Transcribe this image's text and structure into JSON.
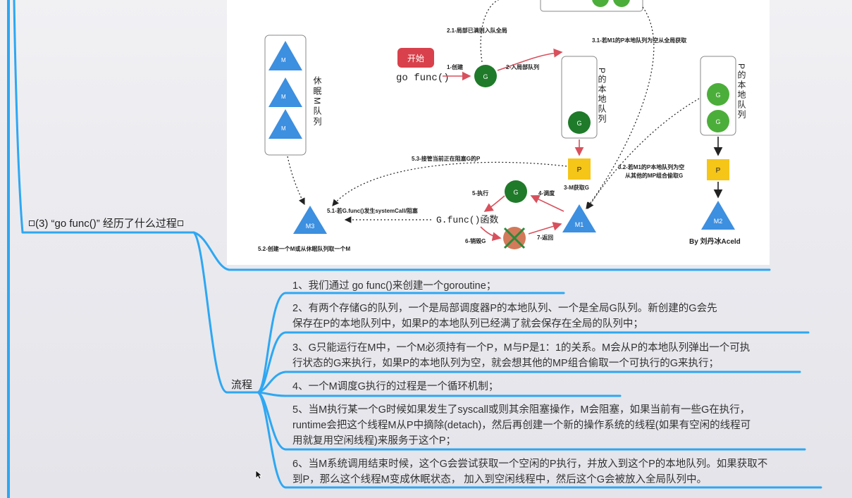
{
  "mindmap": {
    "topic": {
      "label": "(3) “go func()” 经历了什么过程"
    },
    "branch_label": "流程",
    "steps": [
      {
        "lines": [
          "1、我们通过 go func()来创建一个goroutine；"
        ]
      },
      {
        "lines": [
          "2、有两个存储G的队列，一个是局部调度器P的本地队列、一个是全局G队列。新创建的G会先",
          "保存在P的本地队列中，如果P的本地队列已经满了就会保存在全局的队列中；"
        ]
      },
      {
        "lines": [
          "3、G只能运行在M中，一个M必须持有一个P，M与P是1：1的关系。M会从P的本地队列弹出一个可执",
          "行状态的G来执行，如果P的本地队列为空，就会想其他的MP组合偷取一个可执行的G来执行；"
        ]
      },
      {
        "lines": [
          "4、一个M调度G执行的过程是一个循环机制；"
        ]
      },
      {
        "lines": [
          "5、当M执行某一个G时候如果发生了syscall或则其余阻塞操作，M会阻塞，如果当前有一些G在执行，",
          "runtime会把这个线程M从P中摘除(detach)，然后再创建一个新的操作系统的线程(如果有空闲的线程可",
          "用就复用空闲线程)来服务于这个P；"
        ]
      },
      {
        "lines": [
          "6、当M系统调用结束时候，这个G会尝试获取一个空闲的P执行，并放入到这个P的本地队列。如果获取不",
          "到P，那么这个线程M变成休眠状态， 加入到空闲线程中，然后这个G会被放入全局队列中。"
        ]
      }
    ]
  },
  "diagram": {
    "start_label": "开始",
    "go_func_label": "go func()",
    "g_label": "G",
    "p_label": "P",
    "m_label": "M",
    "m1_label": "M1",
    "m2_label": "M2",
    "m3_label": "M3",
    "sleep_queue_label": "休眠M队列",
    "local_queue_label": "P的本地队列",
    "gfunc_label": "G.func()函数",
    "author_label": "By 刘丹冰Aceld",
    "edges": {
      "create": "1-创建",
      "local_queue": "2-入局部队列",
      "global_full": "2.1-局部已满则入队全局",
      "m_get_g": "3-M获取G",
      "from_global": "3.1-若M1的P本地队列为空从全局获取",
      "steal_1": "3.2-若M1的P本地队列为空",
      "steal_2": "从其他的MP组合偷取G",
      "schedule": "4-调度",
      "execute": "5-执行",
      "syscall_block": "5.1-若G.func()发生systemCall/阻塞",
      "new_m": "5.2-创建一个M或从休眠队列取一个M",
      "take_over": "5.3-接管当前正在阻塞G的P",
      "destroy": "6-销毁G",
      "return": "7-返回"
    }
  },
  "colors": {
    "branch_blue": "#2ea7f2",
    "g_green": "#1f7a2a",
    "g_light_green": "#4cae3a",
    "p_yellow": "#f5c518",
    "m_blue": "#3d8fe0",
    "arrow_red": "#d8505c",
    "start_red": "#d8414b"
  }
}
